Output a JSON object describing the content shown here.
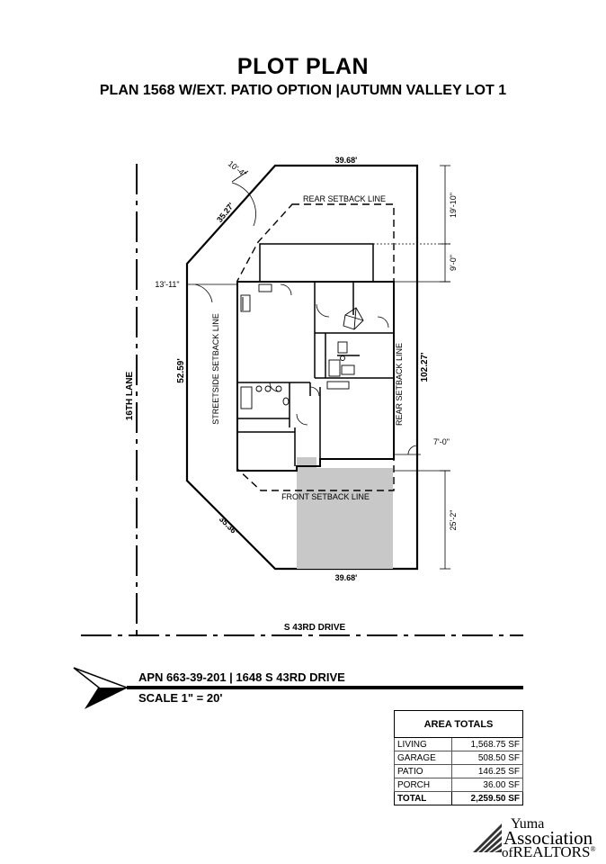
{
  "title": "PLOT PLAN",
  "subtitle": "PLAN 1568 W/EXT. PATIO OPTION |AUTUMN VALLEY LOT 1",
  "plan": {
    "streets": {
      "west": "16TH LANE",
      "south": "S 43RD DRIVE"
    },
    "setbacks": {
      "rear": "REAR SETBACK LINE",
      "front": "FRONT SETBACK LINE",
      "streetside": "STREETSIDE SETBACK LINE",
      "side": "REAR SETBACK LINE"
    },
    "dimensions": {
      "top": "39.68'",
      "bottom": "39.68'",
      "right": "102.27'",
      "left": "52.59'",
      "diag_top": "35.27'",
      "diag_bottom": "35.36'",
      "corner_radius": "10'-4\"",
      "rear_setback": "19'-10\"",
      "garage_offset": "9'-0\"",
      "left_setback": "13'-11\"",
      "right_setback": "7'-0\"",
      "front_setback": "25'-2\""
    }
  },
  "info": {
    "apn": "APN 663-39-201 | 1648 S 43RD DRIVE",
    "scale": "SCALE 1\" = 20'"
  },
  "area_totals": {
    "header": "AREA TOTALS",
    "rows": [
      {
        "label": "LIVING",
        "value": "1,568.75 SF"
      },
      {
        "label": "GARAGE",
        "value": "508.50 SF"
      },
      {
        "label": "PATIO",
        "value": "146.25 SF"
      },
      {
        "label": "PORCH",
        "value": "36.00 SF"
      }
    ],
    "total": {
      "label": "TOTAL",
      "value": "2,259.50 SF"
    }
  },
  "logo": {
    "line1": "Yuma",
    "line2": "Association",
    "line3_prefix": "of",
    "line3_main": "REALTORS",
    "mark": "®"
  }
}
